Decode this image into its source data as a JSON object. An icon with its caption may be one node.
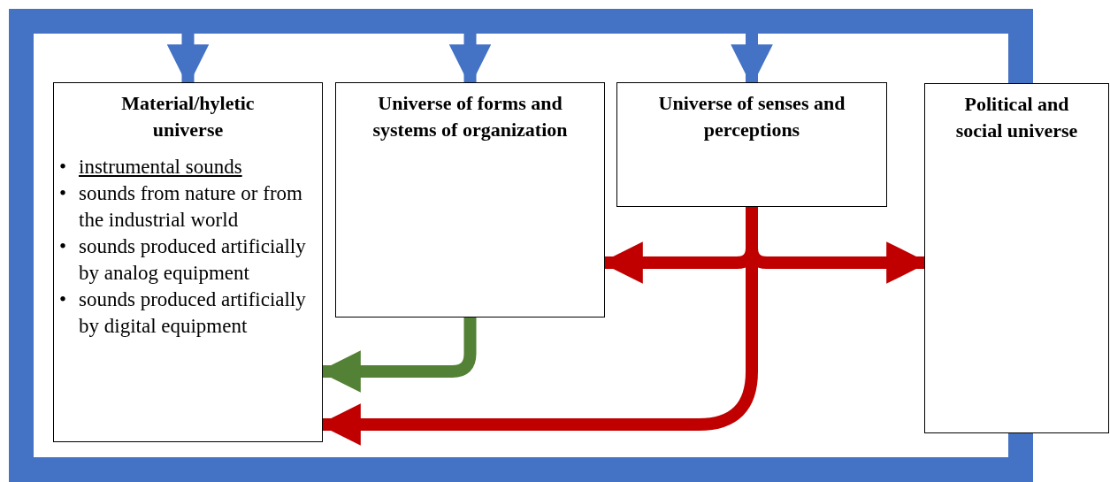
{
  "diagram": {
    "nodes": [
      {
        "text": [
          "Material/hyletic universe",
          "• instrumental sounds",
          "• sounds from nature or from the industrial world",
          "• sounds produced artificially by analog equipment",
          "• sounds produced artificially by digital equipment"
        ]
      },
      {
        "text": [
          "Universe of forms and systems of organization"
        ]
      },
      {
        "text": [
          "Universe of senses and perceptions"
        ]
      },
      {
        "text": [
          "Political and social universe"
        ]
      }
    ],
    "edges": [
      {
        "from": 3,
        "to": 0,
        "arrow": "to",
        "color": "#4472c4"
      },
      {
        "from": 3,
        "to": 1,
        "arrow": "to",
        "color": "#4472c4"
      },
      {
        "from": 3,
        "to": 2,
        "arrow": "to",
        "color": "#4472c4"
      },
      {
        "from": 1,
        "to": 0,
        "arrow": "to",
        "color": "#538135"
      },
      {
        "from": 2,
        "to": 1,
        "arrow": "to",
        "color": "#c00000"
      },
      {
        "from": 2,
        "to": 3,
        "arrow": "to",
        "color": "#c00000"
      },
      {
        "from": 2,
        "to": 0,
        "arrow": "to",
        "color": "#c00000"
      }
    ]
  }
}
